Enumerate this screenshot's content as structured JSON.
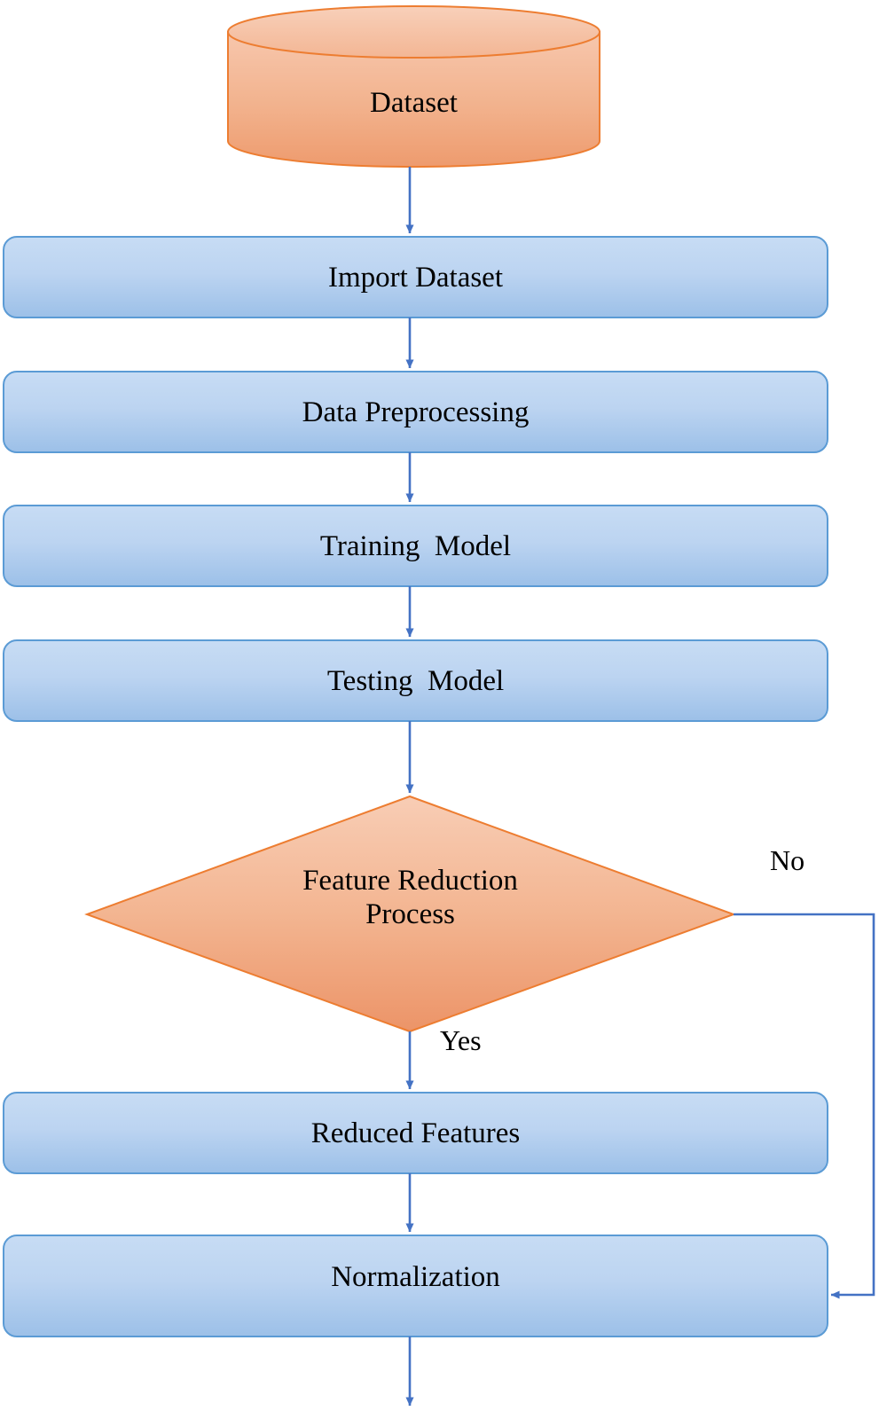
{
  "diagram": {
    "title": "Feature reduction machine learning pipeline flowchart",
    "type": "flowchart",
    "orientation": "top-to-bottom",
    "colors": {
      "process_fill_top": "#c3d9f2",
      "process_fill_bottom": "#9fc1e8",
      "process_stroke": "#5b9bd5",
      "data_fill_top": "#f6c6ab",
      "data_fill_bottom": "#ef9c70",
      "data_stroke": "#ed7d31",
      "connector": "#4472c4",
      "text": "#000000",
      "background": "#ffffff"
    }
  },
  "nodes": [
    {
      "id": "dataset",
      "shape": "cylinder",
      "label": "Dataset",
      "role": "data-store"
    },
    {
      "id": "import-dataset",
      "shape": "rounded-rectangle",
      "label": "Import Dataset",
      "role": "process"
    },
    {
      "id": "data-preprocessing",
      "shape": "rounded-rectangle",
      "label": "Data Preprocessing",
      "role": "process"
    },
    {
      "id": "training-model",
      "shape": "rounded-rectangle",
      "label": "Training  Model",
      "role": "process"
    },
    {
      "id": "testing-model",
      "shape": "rounded-rectangle",
      "label": "Testing  Model",
      "role": "process"
    },
    {
      "id": "feature-reduction-process",
      "shape": "diamond",
      "label_line1": "Feature Reduction",
      "label_line2": "Process",
      "role": "decision"
    },
    {
      "id": "reduced-features",
      "shape": "rounded-rectangle",
      "label": "Reduced Features",
      "role": "process"
    },
    {
      "id": "normalization",
      "shape": "rounded-rectangle",
      "label": "Normalization",
      "role": "process"
    }
  ],
  "edges": [
    {
      "from": "dataset",
      "to": "import-dataset",
      "label": ""
    },
    {
      "from": "import-dataset",
      "to": "data-preprocessing",
      "label": ""
    },
    {
      "from": "data-preprocessing",
      "to": "training-model",
      "label": ""
    },
    {
      "from": "training-model",
      "to": "testing-model",
      "label": ""
    },
    {
      "from": "testing-model",
      "to": "feature-reduction-process",
      "label": ""
    },
    {
      "from": "feature-reduction-process",
      "to": "reduced-features",
      "label": "Yes"
    },
    {
      "from": "feature-reduction-process",
      "to": "normalization",
      "label": "No"
    },
    {
      "from": "reduced-features",
      "to": "normalization",
      "label": ""
    },
    {
      "from": "normalization",
      "to": "",
      "label": ""
    }
  ],
  "edge_labels": {
    "yes": "Yes",
    "no": "No"
  }
}
